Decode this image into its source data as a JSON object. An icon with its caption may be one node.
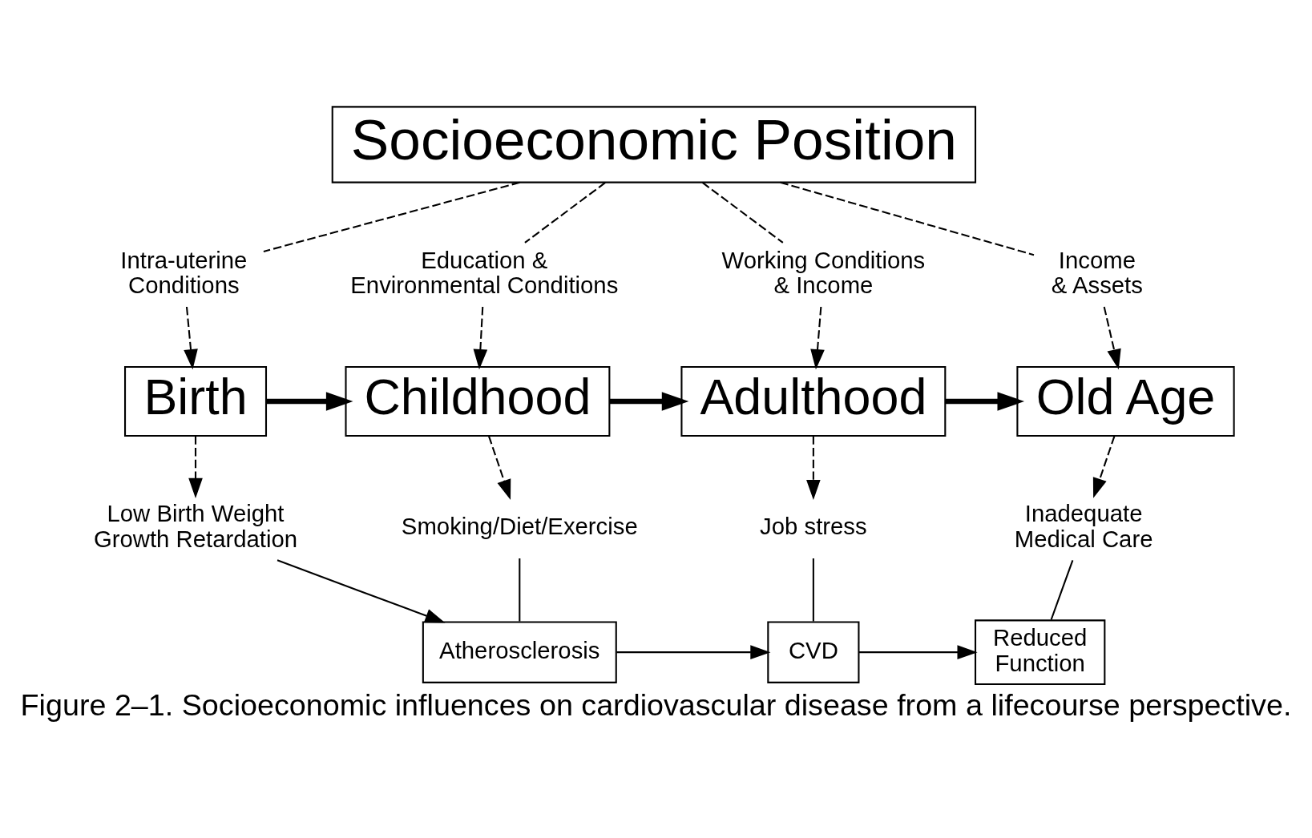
{
  "diagram": {
    "caption": "Figure 2–1. Socioeconomic influences on cardiovascular disease from a lifecourse perspective.",
    "nodes": [
      {
        "text": [
          "Socioeconomic Position"
        ]
      },
      {
        "text": [
          "Intra-uterine Conditions"
        ]
      },
      {
        "text": [
          "Education & Environmental Conditions"
        ]
      },
      {
        "text": [
          "Working Conditions & Income"
        ]
      },
      {
        "text": [
          "Income & Assets"
        ]
      },
      {
        "text": [
          "Birth"
        ]
      },
      {
        "text": [
          "Childhood"
        ]
      },
      {
        "text": [
          "Adulthood"
        ]
      },
      {
        "text": [
          "Old Age"
        ]
      },
      {
        "text": [
          "Low Birth Weight Growth Retardation"
        ]
      },
      {
        "text": [
          "Smoking/Diet/Exercise"
        ]
      },
      {
        "text": [
          "Job stress"
        ]
      },
      {
        "text": [
          "Inadequate Medical Care"
        ]
      },
      {
        "text": [
          "Atherosclerosis"
        ]
      },
      {
        "text": [
          "CVD"
        ]
      },
      {
        "text": [
          "Reduced Function"
        ]
      }
    ],
    "edges": [
      {
        "from": 0,
        "to": 1,
        "arrow": "none",
        "style": "dashed"
      },
      {
        "from": 0,
        "to": 2,
        "arrow": "none",
        "style": "dashed"
      },
      {
        "from": 0,
        "to": 3,
        "arrow": "none",
        "style": "dashed"
      },
      {
        "from": 0,
        "to": 4,
        "arrow": "none",
        "style": "dashed"
      },
      {
        "from": 1,
        "to": 5,
        "arrow": "to",
        "style": "dashed"
      },
      {
        "from": 2,
        "to": 6,
        "arrow": "to",
        "style": "dashed"
      },
      {
        "from": 3,
        "to": 7,
        "arrow": "to",
        "style": "dashed"
      },
      {
        "from": 4,
        "to": 8,
        "arrow": "to",
        "style": "dashed"
      },
      {
        "from": 5,
        "to": 6,
        "arrow": "to",
        "style": "thick"
      },
      {
        "from": 6,
        "to": 7,
        "arrow": "to",
        "style": "thick"
      },
      {
        "from": 7,
        "to": 8,
        "arrow": "to",
        "style": "thick"
      },
      {
        "from": 5,
        "to": 9,
        "arrow": "to",
        "style": "dashed"
      },
      {
        "from": 6,
        "to": 10,
        "arrow": "to",
        "style": "dashed"
      },
      {
        "from": 7,
        "to": 11,
        "arrow": "to",
        "style": "dashed"
      },
      {
        "from": 8,
        "to": 12,
        "arrow": "to",
        "style": "dashed"
      },
      {
        "from": 9,
        "to": 13,
        "arrow": "to"
      },
      {
        "from": 10,
        "to": 13,
        "arrow": "none"
      },
      {
        "from": 11,
        "to": 14,
        "arrow": "none"
      },
      {
        "from": 12,
        "to": 15,
        "arrow": "none"
      },
      {
        "from": 13,
        "to": 14,
        "arrow": "to"
      },
      {
        "from": 14,
        "to": 15,
        "arrow": "to"
      }
    ]
  }
}
